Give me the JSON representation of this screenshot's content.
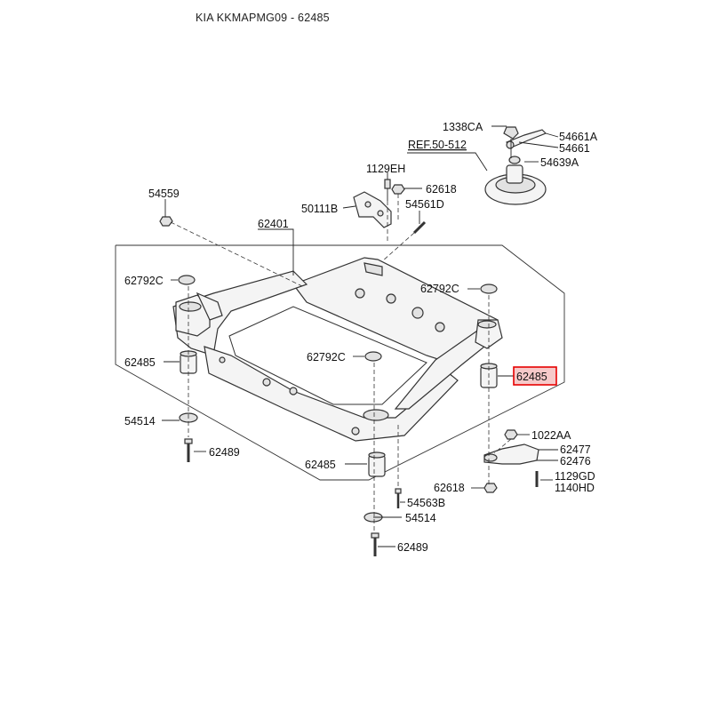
{
  "title": "KIA KKMAPMG09 - 62485",
  "highlight_color": "#e60000",
  "highlight_fill": "#f6c9c9",
  "labels": {
    "l_1338CA": "1338CA",
    "l_54661A": "54661A",
    "l_54661": "54661",
    "l_ref": "REF.50-512",
    "l_54639A": "54639A",
    "l_1129EH": "1129EH",
    "l_62618_top": "62618",
    "l_54559": "54559",
    "l_50111B": "50111B",
    "l_54561D": "54561D",
    "l_62401": "62401",
    "l_62792C_left": "62792C",
    "l_62792C_right": "62792C",
    "l_62792C_mid": "62792C",
    "l_62485_left": "62485",
    "l_62485_right": "62485",
    "l_62485_bottom": "62485",
    "l_54514_left": "54514",
    "l_54514_bottom": "54514",
    "l_62489_left": "62489",
    "l_62489_bottom": "62489",
    "l_1022AA": "1022AA",
    "l_62477": "62477",
    "l_62476": "62476",
    "l_1129GD": "1129GD",
    "l_1140HD": "1140HD",
    "l_62618_bottom": "62618",
    "l_54563B": "54563B"
  }
}
